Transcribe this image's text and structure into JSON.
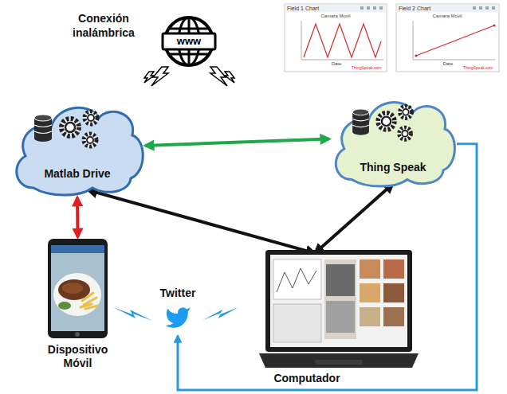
{
  "diagram": {
    "nodes": [
      {
        "text": [
          "Matlab Drive"
        ]
      },
      {
        "text": [
          "Thing Speak"
        ]
      },
      {
        "text": [
          "Dispositivo Móvil"
        ]
      },
      {
        "text": [
          "Twitter"
        ]
      },
      {
        "text": [
          "Computador"
        ]
      }
    ],
    "edges": [
      {
        "from": 0,
        "to": 1,
        "arrow": "both"
      },
      {
        "from": 0,
        "to": 2,
        "arrow": "both"
      },
      {
        "from": 0,
        "to": 4,
        "arrow": "both"
      },
      {
        "from": 1,
        "to": 4,
        "arrow": "both"
      },
      {
        "from": 1,
        "to": 3,
        "arrow": "to"
      }
    ],
    "labels": [
      "Conexión inalámbrica",
      "www",
      "Field 1 Chart",
      "Camara Movil",
      "Date",
      "ThingSpeak.com",
      "Field 2 Chart",
      "Camara Movil",
      "Date",
      "ThingSpeak.com"
    ]
  }
}
